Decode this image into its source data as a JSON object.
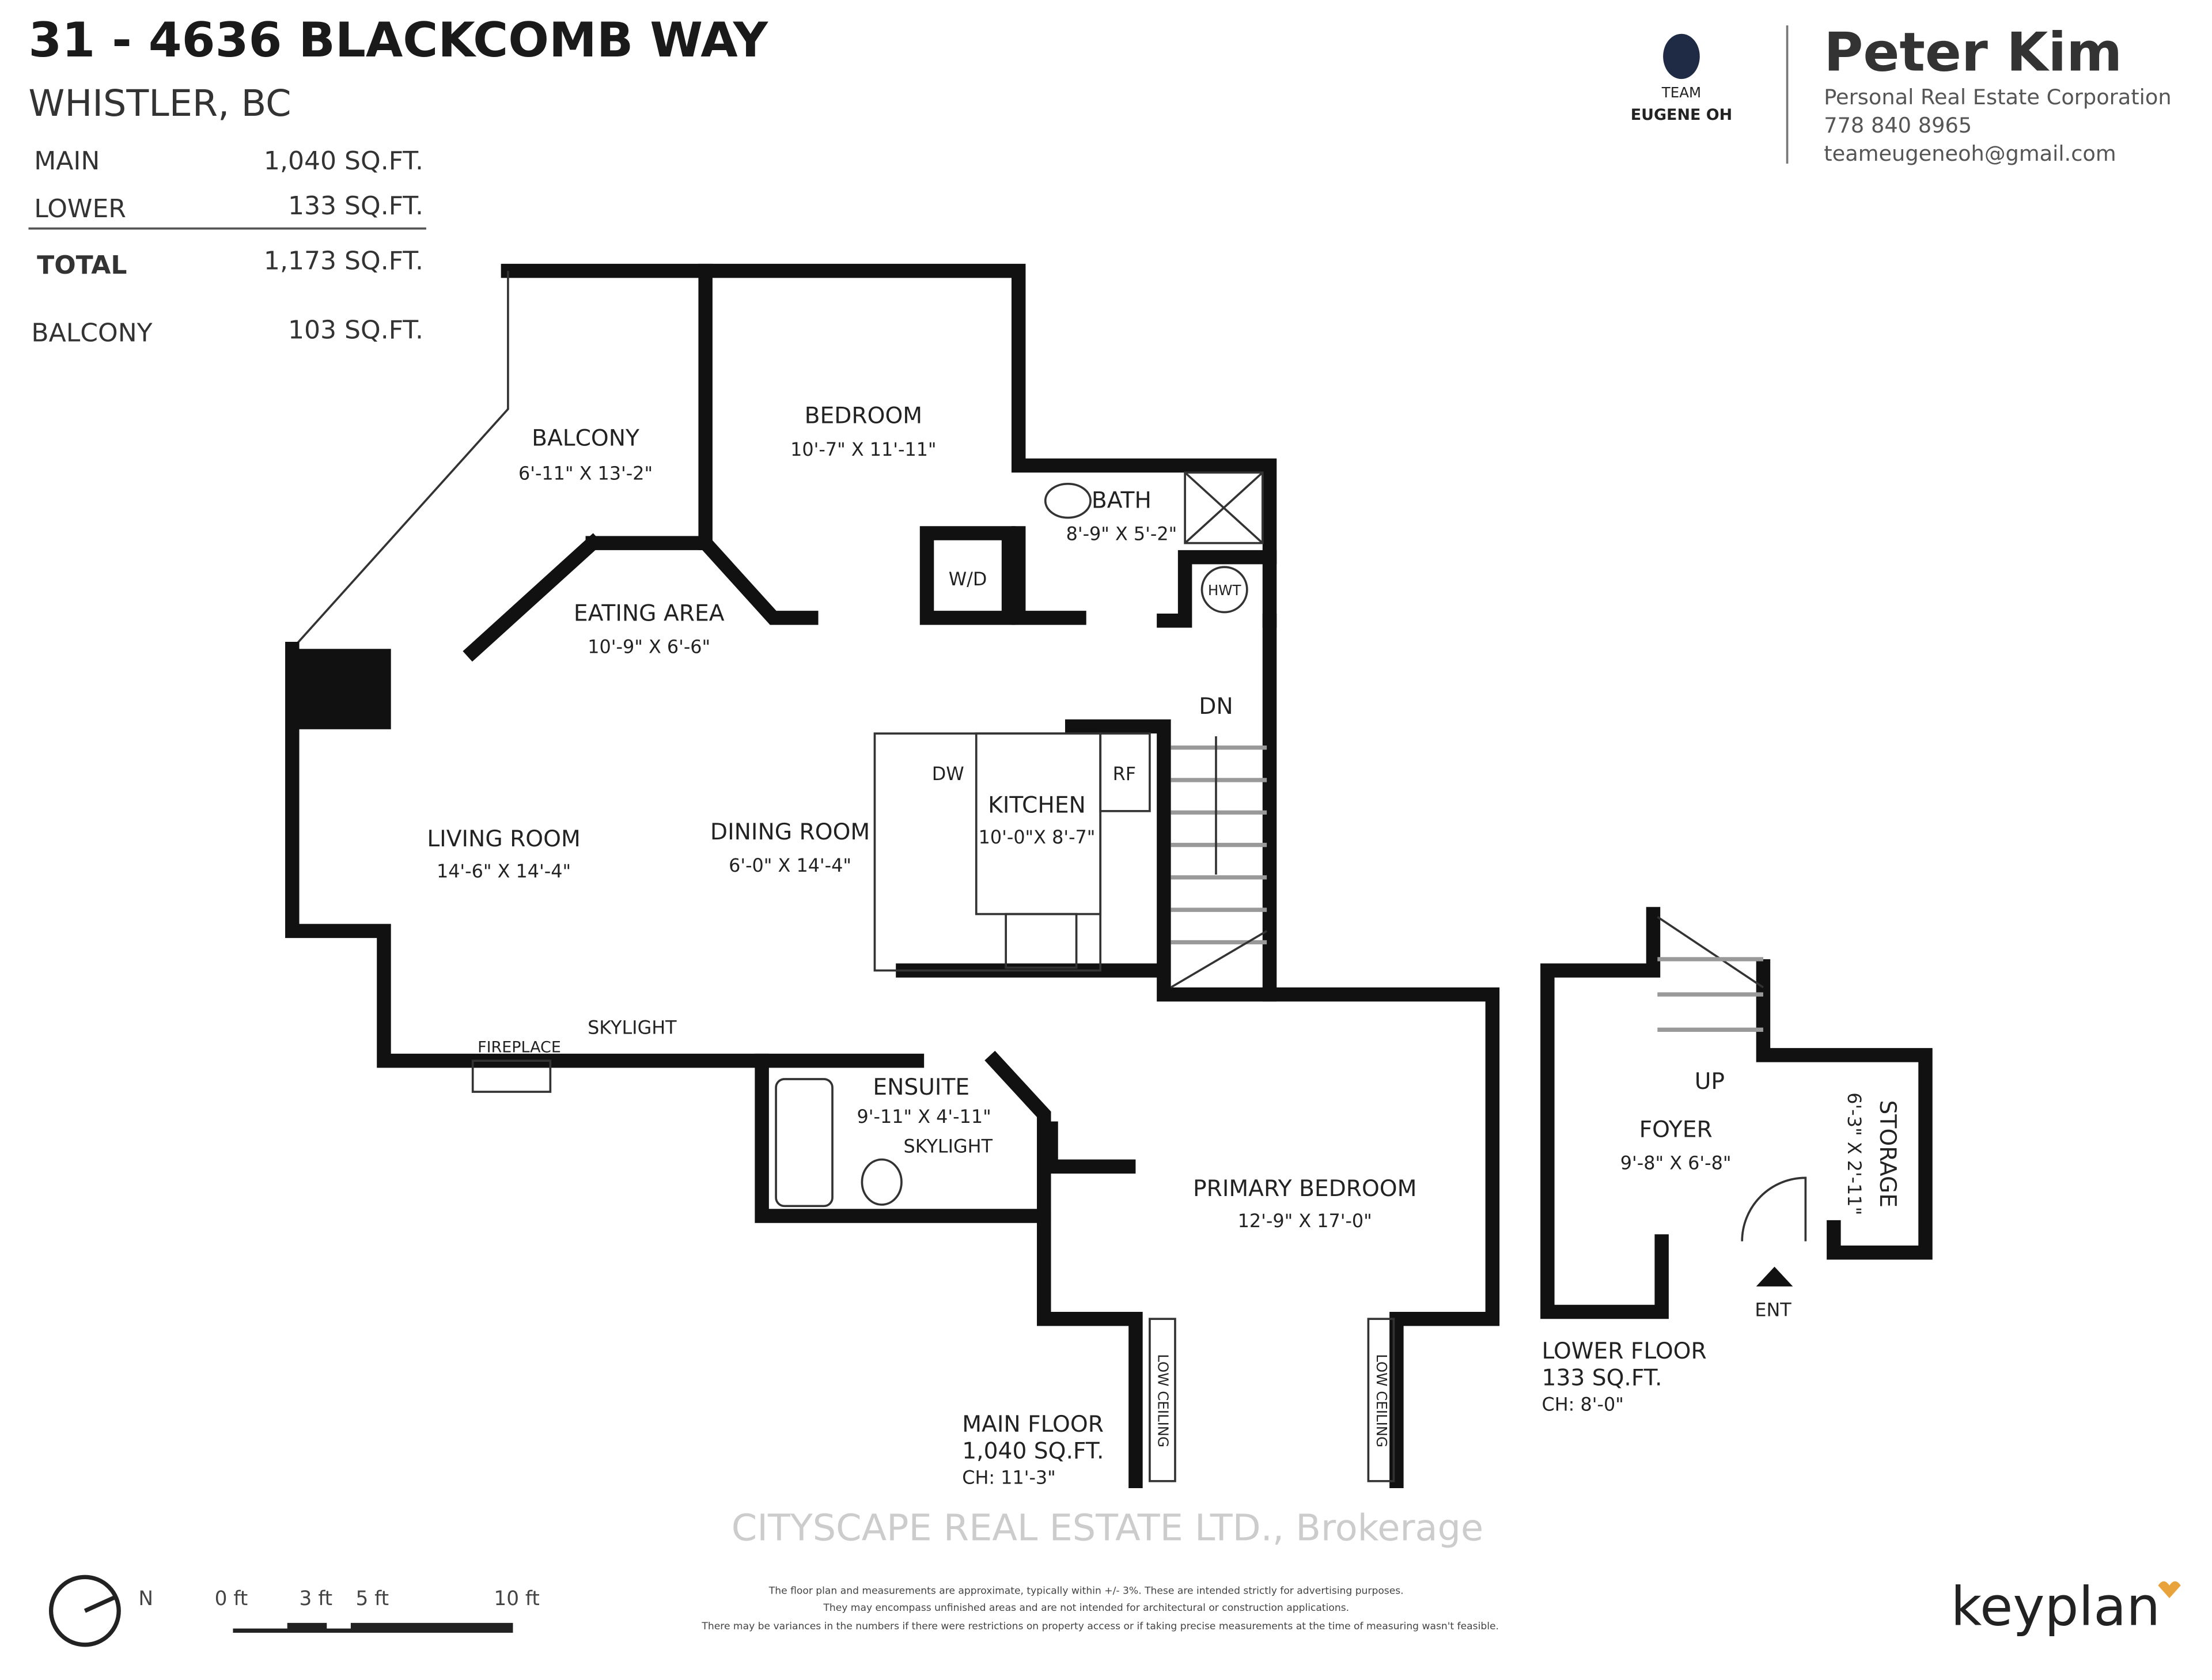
{
  "header": {
    "address": "31 - 4636 BLACKCOMB WAY",
    "city": "WHISTLER, BC",
    "areas": [
      {
        "label": "MAIN",
        "value": "1,040 SQ.FT."
      },
      {
        "label": "LOWER",
        "value": "133 SQ.FT."
      },
      {
        "label": "TOTAL",
        "value": "1,173 SQ.FT."
      },
      {
        "label": "BALCONY",
        "value": "103 SQ.FT."
      }
    ]
  },
  "agent": {
    "logo_text": "TEAM EUGENE OH",
    "name": "Peter Kim",
    "company": "Personal Real Estate Corporation",
    "phone": "778 840 8965",
    "email": "teameugeneoh@gmail.com",
    "logo_color": "#1f2a44"
  },
  "rooms": [
    {
      "name": "BALCONY",
      "dims": "6'-11\"  X  13'-2\""
    },
    {
      "name": "BEDROOM",
      "dims": "10'-7\"  X  11'-11\""
    },
    {
      "name": "BATH",
      "dims": "8'-9\" X 5'-2\""
    },
    {
      "name": "EATING AREA",
      "dims": "10'-9\"  X  6'-6\""
    },
    {
      "name": "LIVING ROOM",
      "dims": "14'-6\"  X  14'-4\""
    },
    {
      "name": "DINING ROOM",
      "dims": "6'-0\"  X  14'-4\""
    },
    {
      "name": "KITCHEN",
      "dims": "10'-0\"X 8'-7\""
    },
    {
      "name": "ENSUITE",
      "dims": "9'-11\"  X  4'-11\""
    },
    {
      "name": "PRIMARY BEDROOM",
      "dims": "12'-9\"  X  17'-0\""
    },
    {
      "name": "FOYER",
      "dims": "9'-8\"  X  6'-8\""
    },
    {
      "name": "STORAGE",
      "dims": "6'-3\"  X  2'-11\""
    }
  ],
  "fixtures": {
    "wd": "W/D",
    "hwt": "HWT",
    "dw": "DW",
    "rf": "RF",
    "dn": "DN",
    "up": "UP",
    "ent": "ENT",
    "skylight": "SKYLIGHT",
    "skylight2": "SKYLIGHT",
    "fireplace": "FIREPLACE",
    "low_ceiling": "LOW CEILING"
  },
  "floors": {
    "main": {
      "name": "MAIN FLOOR",
      "area": "1,040 SQ.FT.",
      "ceiling": "CH: 11'-3\""
    },
    "lower": {
      "name": "LOWER FLOOR",
      "area": "133 SQ.FT.",
      "ceiling": "CH: 8'-0\""
    }
  },
  "watermark": "CITYSCAPE REAL ESTATE LTD., Brokerage",
  "footer": {
    "compass": "N",
    "scale_labels": [
      "0 ft",
      "3 ft",
      "5 ft",
      "10 ft"
    ],
    "disclaimer": [
      "The floor plan and measurements are approximate, typically within +/- 3%. These are intended strictly for advertising purposes.",
      "They may encompass unfinished areas and are not intended for architectural or construction applications.",
      "There may be variances in the numbers if there were restrictions on property access or if taking precise measurements at the time of measuring wasn't feasible."
    ],
    "brand": "keyplan",
    "brand_accent": "#e8a33d"
  }
}
